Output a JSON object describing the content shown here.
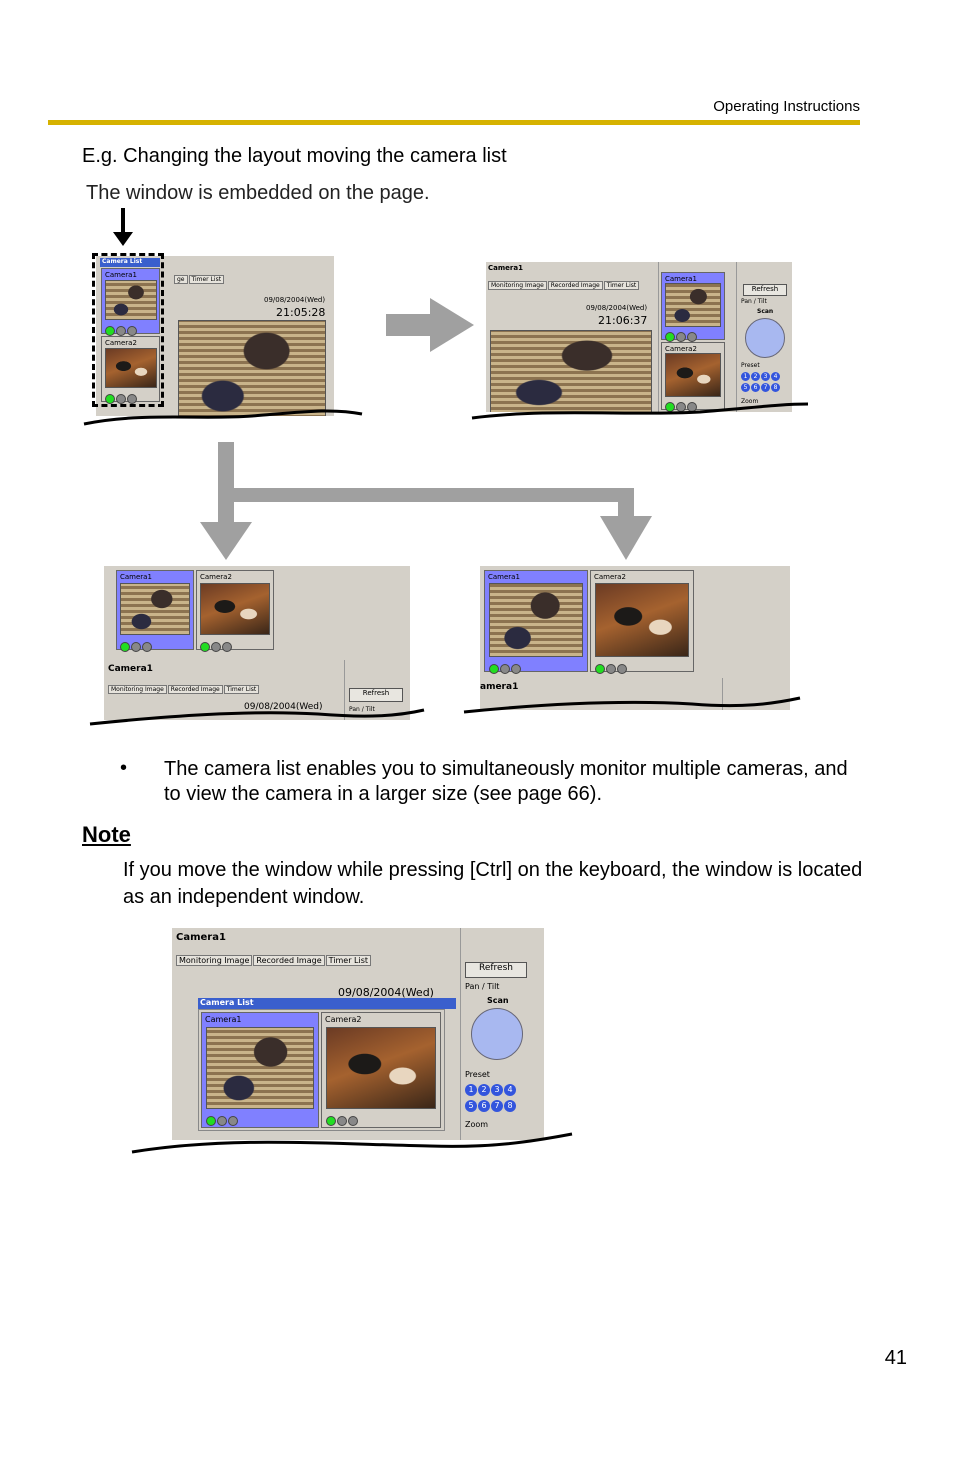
{
  "header": {
    "label": "Operating Instructions"
  },
  "intro": "E.g. Changing the layout moving the camera list",
  "callout": "The window is embedded on the page.",
  "screens": {
    "camera_list_title": "Camera List",
    "camera1": "Camera1",
    "camera2": "Camera2",
    "tabs": [
      "Monitoring Image",
      "Recorded Image",
      "Timer List"
    ],
    "timer_tab_partial": "Timer List",
    "date": "09/08/2004(Wed)",
    "time_a": "21:05:28",
    "time_b": "21:06:37",
    "refresh": "Refresh",
    "pan_tilt": "Pan / Tilt",
    "scan": "Scan",
    "preset": "Preset",
    "zoom": "Zoom",
    "camera1_partial": "amera1",
    "preset_numbers": [
      "1",
      "2",
      "3",
      "4",
      "5",
      "6",
      "7",
      "8"
    ]
  },
  "bullet": {
    "symbol": "•",
    "text": "The camera list enables you to simultaneously monitor multiple cameras, and to view the camera in a larger size (see page 66)."
  },
  "note": {
    "heading": "Note",
    "text": "If you move the window while pressing [Ctrl] on the keyboard, the window is located as an independent window."
  },
  "page_number": "41",
  "colors": {
    "rule": "#d6b200",
    "highlight": "#8080ff",
    "arrow": "#a0a0a0",
    "titlebar": "#3a5fcd"
  }
}
